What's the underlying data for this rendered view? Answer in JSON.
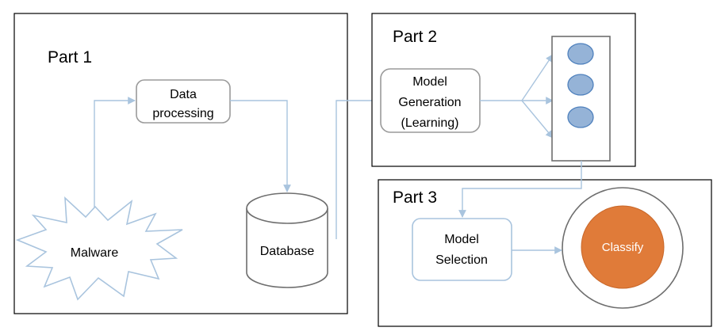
{
  "parts": {
    "part1": "Part 1",
    "part2": "Part 2",
    "part3": "Part 3"
  },
  "nodes": {
    "malware": "Malware",
    "data_processing": [
      "Data",
      "processing"
    ],
    "database": "Database",
    "model_generation": [
      "Model",
      "Generation",
      "(Learning)"
    ],
    "model_selection": [
      "Model",
      "Selection"
    ],
    "classify": "Classify"
  },
  "colors": {
    "connector": "#a9c4de",
    "model_dot_fill": "#95b3d7",
    "model_dot_stroke": "#4f81bd",
    "classify_fill": "#e07b39",
    "frame_border": "#000000",
    "box_border": "#9a9a9a"
  },
  "icons": {
    "malware": "starburst-shape",
    "database": "cylinder-shape",
    "model_stack": "three-circles-stack"
  }
}
